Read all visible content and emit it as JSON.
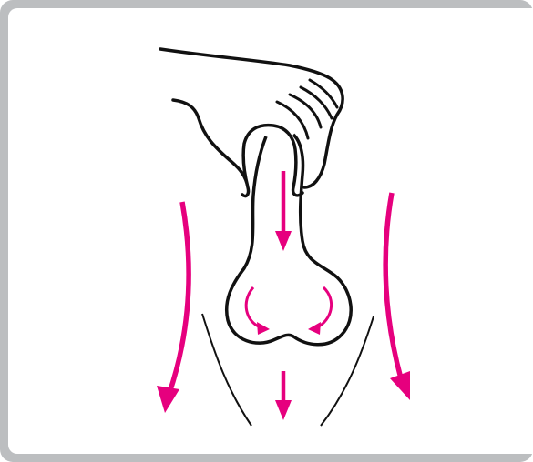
{
  "illustration": {
    "subject": "hand-gripping-shape-with-motion-arrows",
    "colors": {
      "frame": "#bcbec0",
      "background": "#ffffff",
      "outline": "#111111",
      "arrow": "#e6007e"
    },
    "arrows": [
      {
        "name": "left-curved-arrow",
        "direction": "down"
      },
      {
        "name": "right-curved-arrow",
        "direction": "down"
      },
      {
        "name": "center-top-arrow",
        "direction": "down"
      },
      {
        "name": "center-bottom-arrow",
        "direction": "down"
      },
      {
        "name": "inner-left-curl-arrow",
        "direction": "inward"
      },
      {
        "name": "inner-right-curl-arrow",
        "direction": "inward"
      }
    ]
  }
}
